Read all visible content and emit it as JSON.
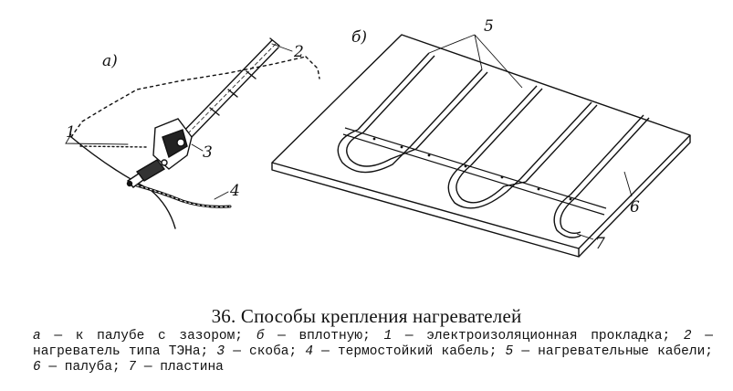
{
  "figure": {
    "labels": {
      "a": "a)",
      "b": "б)",
      "n1": "1",
      "n2": "2",
      "n3": "3",
      "n4": "4",
      "n5": "5",
      "n6": "6",
      "n7": "7"
    }
  },
  "caption": {
    "title": "36. Способы крепления нагревателей",
    "items": [
      {
        "key": "а",
        "text": " — к палубе с зазором; "
      },
      {
        "key": "б",
        "text": " — вплотную; "
      },
      {
        "key": "1",
        "text": " — электроизоляционная прокладка; "
      },
      {
        "key": "2",
        "text": " — нагреватель типа ТЭНа; "
      },
      {
        "key": "3",
        "text": " — скоба; "
      },
      {
        "key": "4",
        "text": " — термостойкий кабель; "
      },
      {
        "key": "5",
        "text": " — нагревательные кабели; "
      },
      {
        "key": "6",
        "text": " — палуба; "
      },
      {
        "key": "7",
        "text": " — пластина"
      }
    ]
  }
}
